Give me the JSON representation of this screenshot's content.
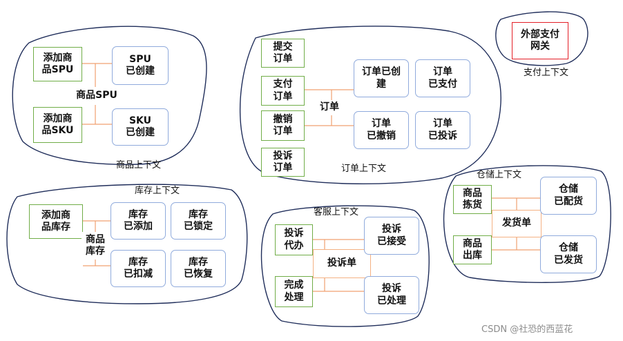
{
  "contexts": {
    "product": {
      "label": "商品上下文",
      "commands": [
        "添加商\n品SPU",
        "添加商\n品SKU"
      ],
      "aggregate": "商品SPU",
      "events": [
        "SPU\n已创建",
        "SKU\n已创建"
      ]
    },
    "order": {
      "label": "订单上下文",
      "commands": [
        "提交\n订单",
        "支付\n订单",
        "撤销\n订单",
        "投诉\n订单"
      ],
      "aggregate": "订单",
      "events": [
        "订单已创\n建",
        "订单\n已支付",
        "订单\n已撤销",
        "订单\n已投诉"
      ]
    },
    "payment": {
      "label": "支付上下文",
      "external": "外部支付\n网关"
    },
    "inventory": {
      "label": "库存上下文",
      "commands": [
        "添加商\n品库存"
      ],
      "aggregate": "商品\n库存",
      "events": [
        "库存\n已添加",
        "库存\n已锁定",
        "库存\n已扣减",
        "库存\n已恢复"
      ]
    },
    "service": {
      "label": "客服上下文",
      "commands": [
        "投诉\n代办",
        "完成\n处理"
      ],
      "aggregate": "投诉单",
      "events": [
        "投诉\n已接受",
        "投诉\n已处理"
      ]
    },
    "warehouse": {
      "label": "仓储上下文",
      "commands": [
        "商品\n拣货",
        "商品\n出库"
      ],
      "aggregate": "发货单",
      "events": [
        "仓储\n已配货",
        "仓储\n已发货"
      ]
    }
  },
  "watermark": "CSDN @社恐的西蓝花",
  "colors": {
    "boundary": "#1f2d5a",
    "command_border": "#70ad47",
    "event_border": "#8faadc",
    "aggregate_border": "#f4b183",
    "external_border": "#e41e26"
  }
}
